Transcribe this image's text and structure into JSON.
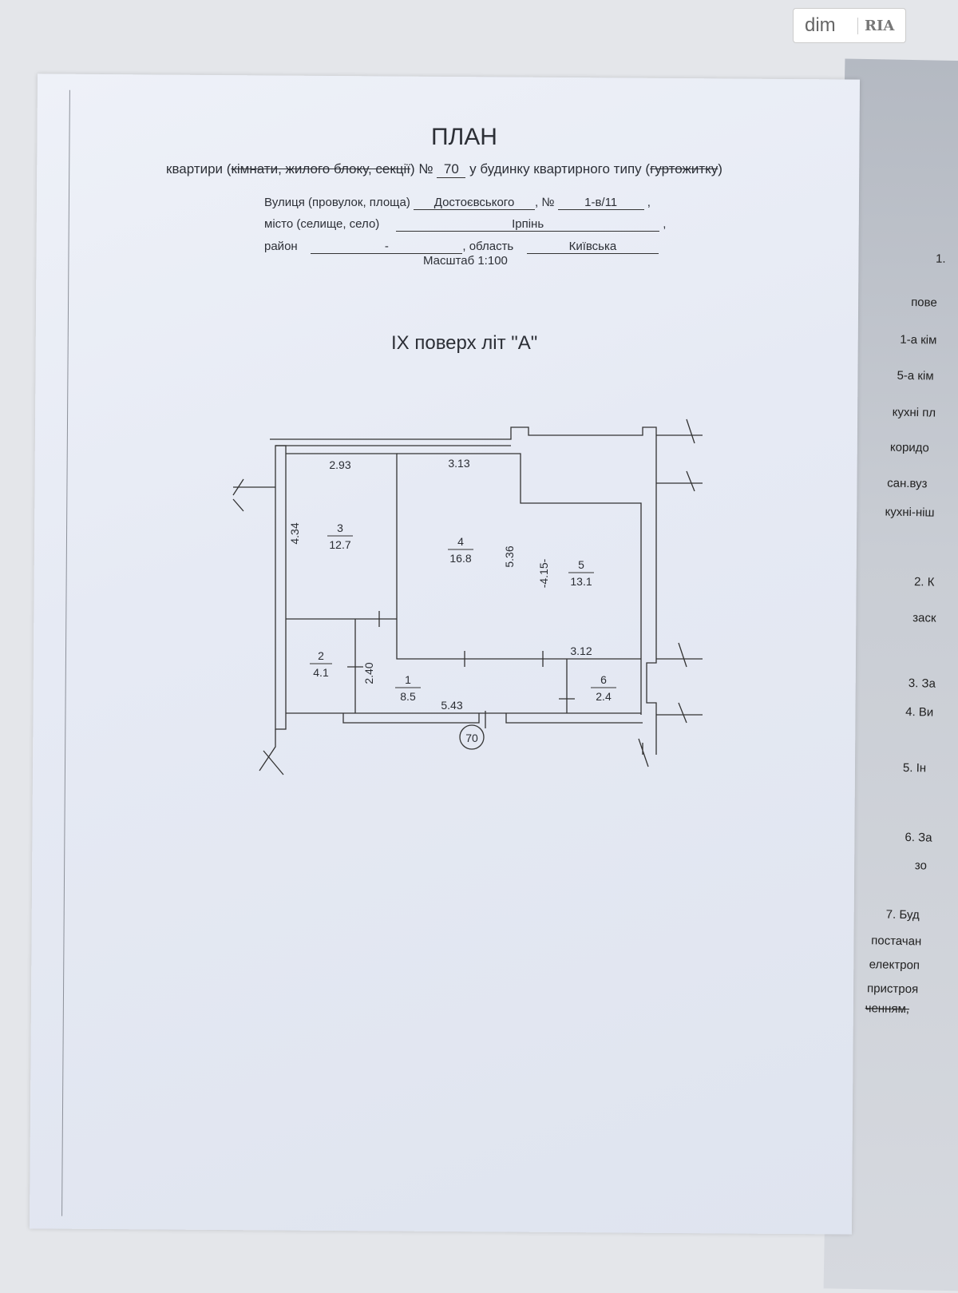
{
  "watermark": {
    "left": "dim",
    "right": "RIA"
  },
  "header": {
    "title": "ПЛАН",
    "line1_a": "квартири (",
    "line1_strike": "кімнати, жилого блоку, секції",
    "line1_b": ") №",
    "apartment_no": "70",
    "line1_c": "у будинку квартирного типу (",
    "line1_strike2": "гуртожитку",
    "line1_d": ")",
    "street_label": "Вулиця (провулок, площа)",
    "street": "Достоєвського",
    "no_label": ", №",
    "house_no": "1-в/11",
    "city_label": "місто (селище, село)",
    "city": "Ірпінь",
    "district_label": "район",
    "district": "-",
    "region_label": ", область",
    "region": "Київська",
    "scale": "Масштаб  1:100"
  },
  "floor_title": "IX поверх  літ \"А\"",
  "plan": {
    "rooms": [
      {
        "no": "3",
        "area": "12.7"
      },
      {
        "no": "4",
        "area": "16.8"
      },
      {
        "no": "5",
        "area": "13.1"
      },
      {
        "no": "2",
        "area": "4.1"
      },
      {
        "no": "1",
        "area": "8.5"
      },
      {
        "no": "6",
        "area": "2.4"
      }
    ],
    "dims": [
      "2.93",
      "3.13",
      "4.34",
      "5.36",
      "-4.15-",
      "3.12",
      "2.40",
      "5.43"
    ],
    "apartment_marker": "70"
  },
  "right_page": [
    "1.",
    "пове",
    "1-а кім",
    "5-а кім",
    "кухні пл",
    "коридо",
    "сан.вуз",
    "кухні-ніш",
    "2. К",
    "заск",
    "3. За",
    "4. Ви",
    "5. Ін",
    "6. За",
    "зо",
    "7. Буд",
    "постачан",
    "електроп",
    "пристроя",
    "ченням,"
  ]
}
